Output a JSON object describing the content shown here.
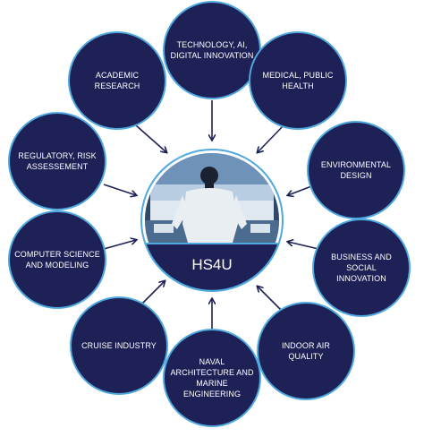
{
  "colors": {
    "node_fill": "#1e2156",
    "node_ring": "#4fa8de",
    "arrow": "#1e2156",
    "label": "#ffffff",
    "hub_band": "#1e2156"
  },
  "hub": {
    "label": "HS4U",
    "image": "ship-bridge-officer-photo"
  },
  "nodes": [
    {
      "id": "technology",
      "lines": [
        "TECHNOLOGY, AI,",
        "DIGITAL INNOVATION"
      ]
    },
    {
      "id": "medical",
      "lines": [
        "MEDICAL, PUBLIC",
        "HEALTH"
      ]
    },
    {
      "id": "environmental",
      "lines": [
        "ENVIRONMENTAL",
        "DESIGN"
      ]
    },
    {
      "id": "business",
      "lines": [
        "BUSINESS AND",
        "SOCIAL",
        "INNOVATION"
      ]
    },
    {
      "id": "indoor-air",
      "lines": [
        "INDOOR AIR",
        "QUALITY"
      ]
    },
    {
      "id": "naval",
      "lines": [
        "NAVAL",
        "ARCHITECTURE AND",
        "MARINE",
        "ENGINEERING"
      ]
    },
    {
      "id": "cruise",
      "lines": [
        "CRUISE INDUSTRY"
      ]
    },
    {
      "id": "computer-science",
      "lines": [
        "COMPUTER SCIENCE",
        "AND MODELING"
      ]
    },
    {
      "id": "regulatory",
      "lines": [
        "REGULATORY, RISK",
        "ASSESSEMENT"
      ]
    },
    {
      "id": "academic",
      "lines": [
        "ACADEMIC",
        "RESEARCH"
      ]
    }
  ]
}
